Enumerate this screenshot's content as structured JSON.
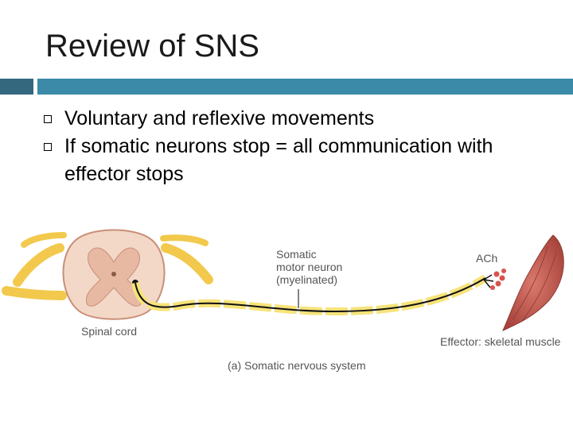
{
  "slide": {
    "title": "Review of SNS",
    "bullets": [
      {
        "text": "Voluntary and reflexive movements"
      },
      {
        "text": "If somatic neurons stop = all communication with effector stops"
      }
    ]
  },
  "figure": {
    "labels": {
      "neuron_1": "Somatic",
      "neuron_2": "motor neuron",
      "neuron_3": "(myelinated)",
      "ach": "ACh",
      "spinal_cord": "Spinal cord",
      "effector": "Effector: skeletal muscle",
      "caption": "(a) Somatic nervous system"
    }
  },
  "colors": {
    "rule_dark": "#34687e",
    "rule_light": "#3b8aa8",
    "myelin": "#f6e37a",
    "nerve": "#f2c94c",
    "muscle": "#c6594e",
    "spinal_gray": "#e7b9a3",
    "spinal_white": "#f3d8c8"
  }
}
